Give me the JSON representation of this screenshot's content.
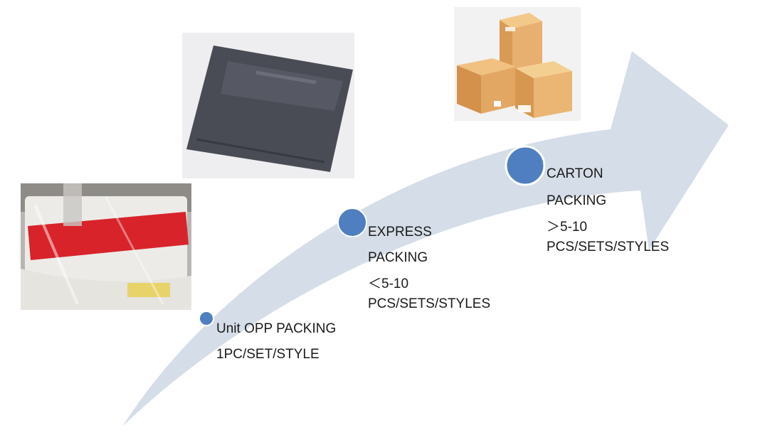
{
  "diagram": {
    "colors": {
      "arrow": "#d5dde8",
      "node": "#4f7fc0",
      "node_stroke": "#ffffff",
      "text": "#1a1a1a"
    },
    "stages": [
      {
        "title": "Unit OPP PACKING",
        "detail": "1PC/SET/STYLE",
        "image": "clear-opp-bag-with-garment"
      },
      {
        "title_line1": "EXPRESS",
        "title_line2": "PACKING",
        "quantity": "＜5-10",
        "detail": "PCS/SETS/STYLES",
        "image": "dark-grey-express-mailer-bag"
      },
      {
        "title_line1": "CARTON",
        "title_line2": "PACKING",
        "quantity": "＞5-10",
        "detail": "PCS/SETS/STYLES",
        "image": "stacked-cardboard-cartons"
      }
    ]
  }
}
